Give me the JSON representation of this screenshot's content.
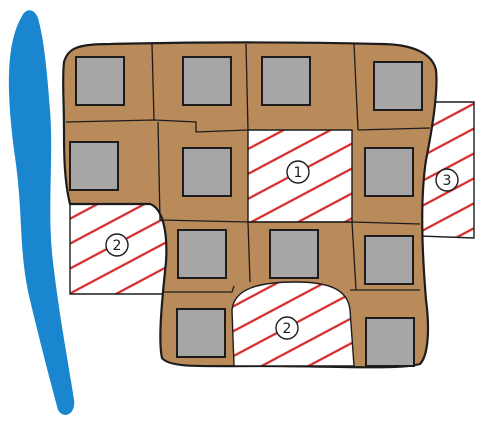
{
  "colors": {
    "river": "#1a86cf",
    "land": "#b98a5a",
    "building": "#a6a6a6",
    "outline": "#1c1c1c",
    "hatch": "#d62b2b",
    "background": "#ffffff"
  },
  "markers": {
    "m1": "1",
    "m2a": "2",
    "m2b": "2",
    "m3": "3"
  }
}
